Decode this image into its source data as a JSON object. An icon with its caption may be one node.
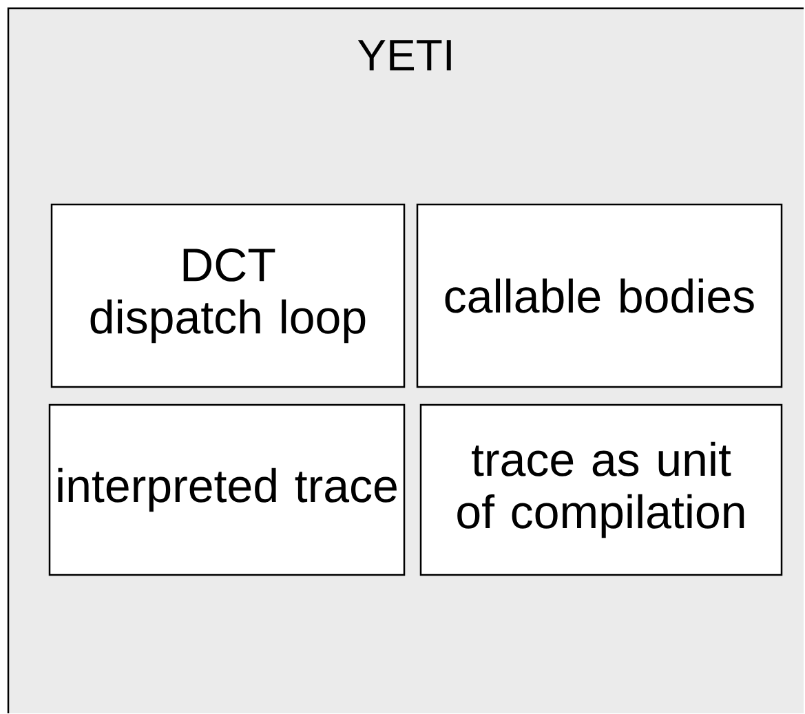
{
  "diagram": {
    "nodes": [
      {
        "text": [
          "YETI"
        ]
      },
      {
        "text": [
          "DCT dispatch loop"
        ],
        "in": 0
      },
      {
        "text": [
          "callable bodies"
        ],
        "in": 0
      },
      {
        "text": [
          "interpreted trace"
        ],
        "in": 0
      },
      {
        "text": [
          "trace as unit of compilation"
        ],
        "in": 0
      }
    ]
  }
}
